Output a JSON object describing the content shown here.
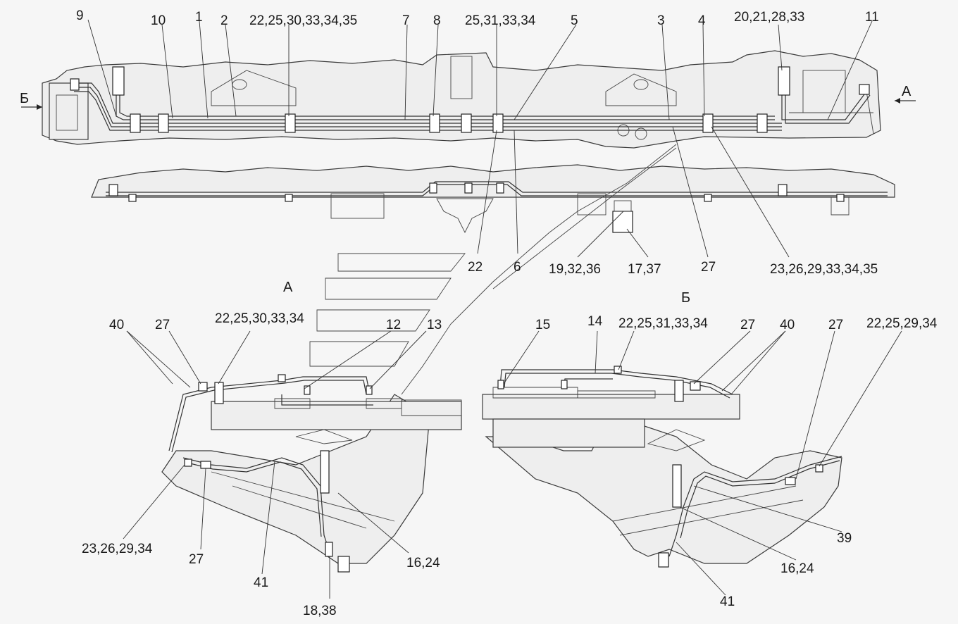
{
  "view_labels": {
    "view_a": "А",
    "view_b": "Б"
  },
  "arrow_markers": {
    "left": "Б",
    "right": "А"
  },
  "top_labels": {
    "l9": "9",
    "l10": "10",
    "l1": "1",
    "l2": "2",
    "l22_35a": "22,25,30,33,34,35",
    "l7": "7",
    "l8": "8",
    "l25_34": "25,31,33,34",
    "l5": "5",
    "l3": "3",
    "l4": "4",
    "l20_33": "20,21,28,33",
    "l11": "11"
  },
  "middle_labels": {
    "l22": "22",
    "l6": "6",
    "l19_36": "19,32,36",
    "l17_37": "17,37",
    "l27": "27",
    "l23_35": "23,26,29,33,34,35"
  },
  "view_a_labels": {
    "l40": "40",
    "l27a": "27",
    "l22_34": "22,25,30,33,34",
    "l12": "12",
    "l13": "13",
    "l23_34": "23,26,29,34",
    "l27b": "27",
    "l41": "41",
    "l16_24": "16,24",
    "l18_38": "18,38"
  },
  "view_b_labels": {
    "l15": "15",
    "l14": "14",
    "l22_34": "22,25,31,33,34",
    "l27a": "27",
    "l40": "40",
    "l27b": "27",
    "l22_29_34": "22,25,29,34",
    "l39": "39",
    "l16_24": "16,24",
    "l41": "41"
  }
}
